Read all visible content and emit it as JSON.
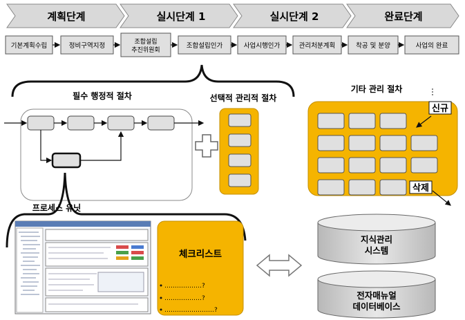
{
  "phases": [
    "계획단계",
    "실시단계 1",
    "실시단계 2",
    "완료단계"
  ],
  "steps": [
    "기본계획수립",
    "정비구역지정",
    "조합설립\n추진위원회",
    "조합설립인가",
    "사업시행인가",
    "관리처분계획",
    "착공 및 분양",
    "사업의 완료"
  ],
  "labels": {
    "mandatory": "필수 행정적 절차",
    "optional": "선택적 관리적 절차",
    "other": "기타 관리 절차",
    "new": "신규",
    "delete": "삭제",
    "process_unit": "프로세스 유닛",
    "checklist": "체크리스트",
    "checklist_items": [
      "………………?",
      "………………?",
      "……………………?"
    ],
    "kms": "지식관리\n시스템",
    "edb": "전자매뉴얼\n데이터베이스"
  },
  "colors": {
    "orange": "#F5B400",
    "phase_fill": "#D9D9D9",
    "box_fill": "#E0E0E0"
  }
}
